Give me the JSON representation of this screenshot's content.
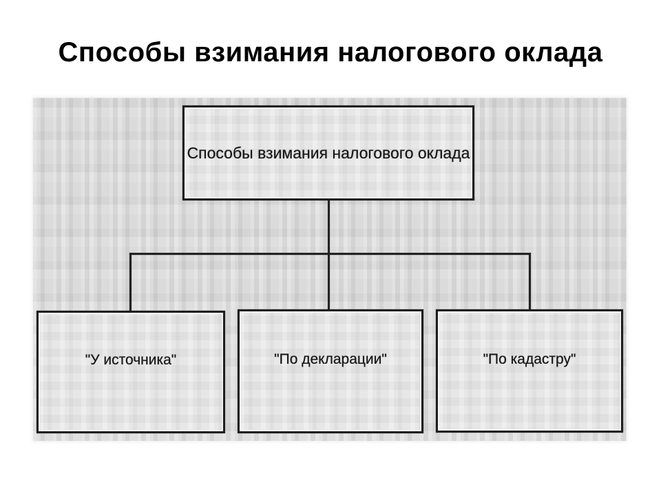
{
  "title": "Способы взимания налогового оклада",
  "diagram": {
    "root_label": "Способы взимания налогового оклада",
    "children": [
      {
        "label": "\"У источника\""
      },
      {
        "label": "\"По декларации\""
      },
      {
        "label": "\"По кадастру\""
      }
    ]
  },
  "colors": {
    "slide_background": "#ffffff",
    "scan_background": "#dbdbdb",
    "box_fill": "#e4e4e4",
    "border_and_line_color": "#1e1e1e",
    "text_color": "#161616",
    "title_color": "#000000"
  }
}
